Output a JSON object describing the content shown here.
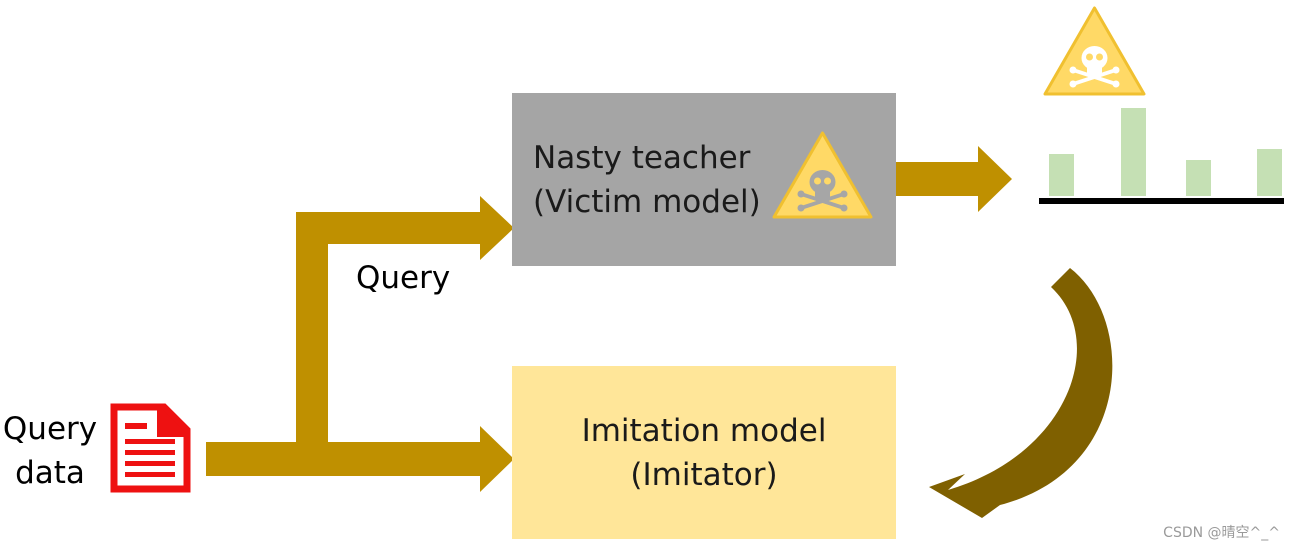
{
  "diagram": {
    "teacher": {
      "line1": "Nasty teacher",
      "line2": "(Victim model)"
    },
    "imitator": {
      "line1": "Imitation model",
      "line2": "(Imitator)"
    },
    "query_label": "Query",
    "query_data": {
      "line1": "Query",
      "line2": "data"
    },
    "bar_output": {
      "values": [
        0.4,
        0.85,
        0.35,
        0.45
      ]
    },
    "watermark": "CSDN @晴空^_^"
  },
  "colors": {
    "arrow": "#bf9000",
    "curved_arrow": "#7f6000",
    "teacher_box": "#a5a5a5",
    "imitator_box": "#ffe699",
    "warning": "#ffd966",
    "bars": "#c5e0b4",
    "document": "#ee1111"
  },
  "icons": [
    "document-icon",
    "skull-warning-icon"
  ]
}
